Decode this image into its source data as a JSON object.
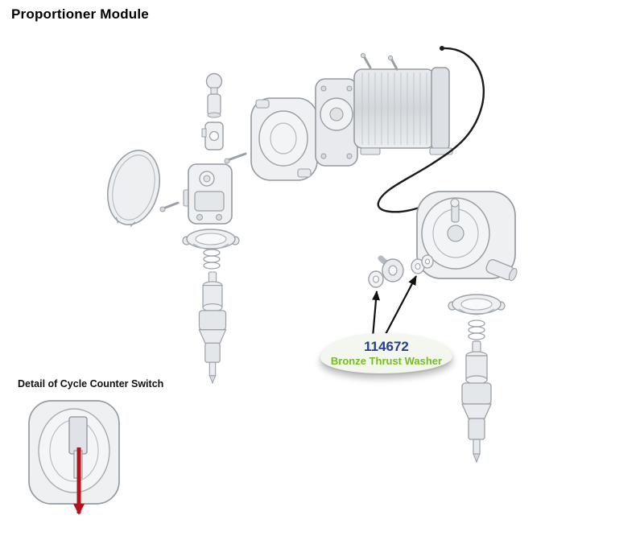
{
  "page": {
    "title": "Proportioner Module"
  },
  "detail": {
    "label": "Detail of Cycle Counter Switch"
  },
  "callout": {
    "part_number": "114672",
    "part_name": "Bronze Thrust Washer"
  },
  "colors": {
    "title": "#000000",
    "part_number": "#27408b",
    "part_name": "#76bc21",
    "callout_bubble": "#f3f7ef",
    "pointer_arrow": "#111111",
    "red_arrow": "#b3131b",
    "diagram_line": "#9aa0a6"
  }
}
